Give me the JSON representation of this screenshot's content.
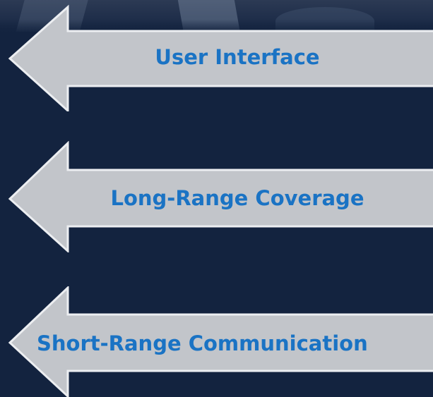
{
  "arrows": [
    {
      "label": "User Interface"
    },
    {
      "label": "Long-Range Coverage"
    },
    {
      "label": "Short-Range Communication"
    }
  ],
  "colors": {
    "background": "#13233f",
    "arrow_fill": "#c2c5ca",
    "arrow_stroke": "#eceef1",
    "label": "#1a73c4"
  }
}
